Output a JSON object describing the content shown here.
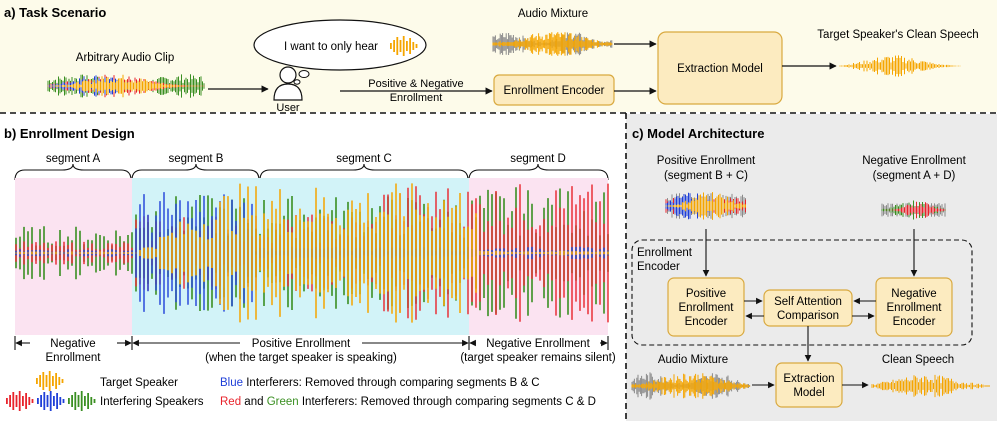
{
  "section_a": {
    "title": "a) Task Scenario",
    "arbitrary_clip": "Arbitrary Audio Clip",
    "speech_bubble": "I want to only hear",
    "user": "User",
    "enroll_line1": "Positive & Negative",
    "enroll_line2": "Enrollment",
    "audio_mixture": "Audio Mixture",
    "enrollment_encoder": "Enrollment Encoder",
    "extraction_model": "Extraction Model",
    "clean_speech": "Target Speaker's Clean Speech"
  },
  "section_b": {
    "title": "b) Enrollment Design",
    "segment_a": "segment A",
    "segment_b": "segment B",
    "segment_c": "segment C",
    "segment_d": "segment D",
    "neg_left_1": "Negative",
    "neg_left_2": "Enrollment",
    "pos_1": "Positive Enrollment",
    "pos_2": "(when the target speaker is speaking)",
    "neg_right_1": "Negative Enrollment",
    "neg_right_2": "(target speaker remains silent)",
    "legend_target": "Target Speaker",
    "legend_interfering": "Interfering Speakers",
    "blue_word": "Blue",
    "blue_rest": " Interferers: Removed through comparing segments B & C",
    "red_word": "Red",
    "and_word": " and ",
    "green_word": "Green",
    "red_green_rest": " Interferers: Removed through comparing segments C & D"
  },
  "section_c": {
    "title": "c) Model Architecture",
    "pos_enroll_1": "Positive Enrollment",
    "pos_enroll_2": "(segment B + C)",
    "neg_enroll_1": "Negative Enrollment",
    "neg_enroll_2": "(segment A + D)",
    "encoder_group_1": "Enrollment",
    "encoder_group_2": "Encoder",
    "pos_enc_1": "Positive",
    "pos_enc_2": "Enrollment",
    "pos_enc_3": "Encoder",
    "self_att_1": "Self Attention",
    "self_att_2": "Comparison",
    "neg_enc_1": "Negative",
    "neg_enc_2": "Enrollment",
    "neg_enc_3": "Encoder",
    "audio_mixture": "Audio Mixture",
    "extraction_1": "Extraction",
    "extraction_2": "Model",
    "clean_speech": "Clean Speech"
  },
  "colors": {
    "target": "#F5A500",
    "blue": "#1F3FD8",
    "red": "#E8232B",
    "green": "#3A8F22",
    "gray": "#8A8A8A",
    "box_fill": "#FCEBC0",
    "box_stroke": "#D9A93F",
    "panel_a": "#FDFBEA",
    "panel_c": "#EBEBEB",
    "seg_pink": "#FBE3F1",
    "seg_cyan": "#D2F3F8"
  }
}
